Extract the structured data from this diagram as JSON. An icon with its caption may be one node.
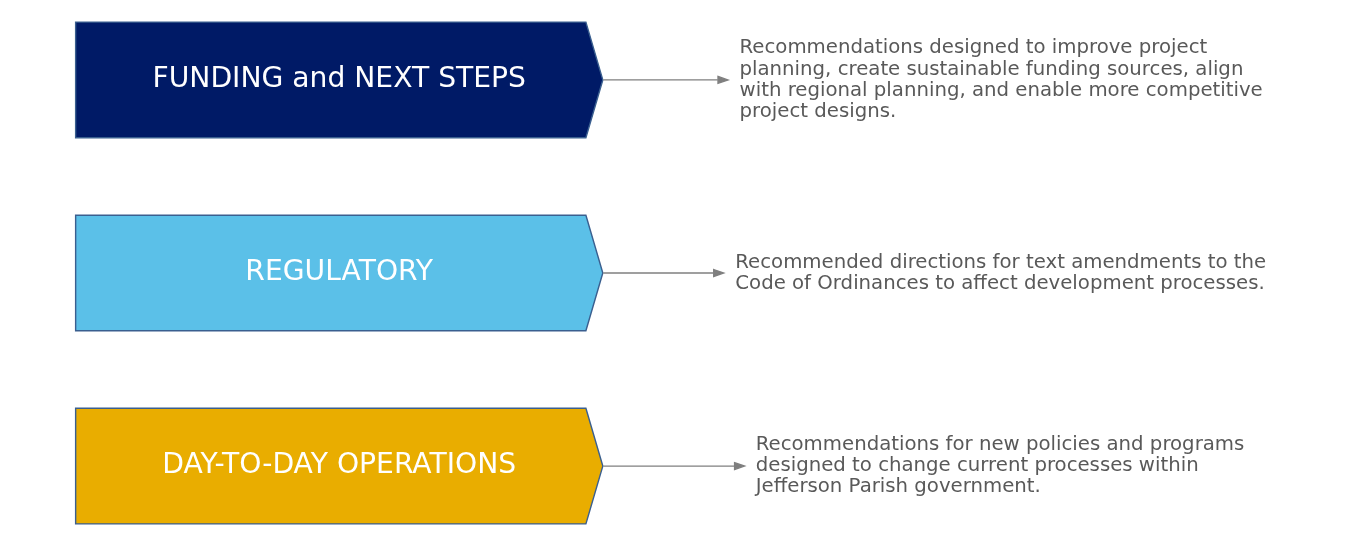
{
  "diagram": {
    "nodes": [
      {
        "text": [
          "DAY-TO-DAY OPERATIONS"
        ]
      },
      {
        "text": [
          "Recommendations for new policies and programs designed to change current processes within Jefferson Parish government."
        ]
      },
      {
        "text": [
          "REGULATORY"
        ]
      },
      {
        "text": [
          "Recommended directions for text amendments to the Code of Ordinances to affect development processes."
        ]
      },
      {
        "text": [
          "FUNDING and NEXT STEPS"
        ]
      },
      {
        "text": [
          "Recommendations designed to improve project planning, create sustainable funding sources, align with regional planning, and enable more competitive project designs."
        ]
      }
    ],
    "edges": [
      {
        "from": 0,
        "to": 1,
        "arrow": "to"
      },
      {
        "from": 2,
        "to": 3,
        "arrow": "to"
      },
      {
        "from": 4,
        "to": 5,
        "arrow": "to"
      }
    ]
  }
}
